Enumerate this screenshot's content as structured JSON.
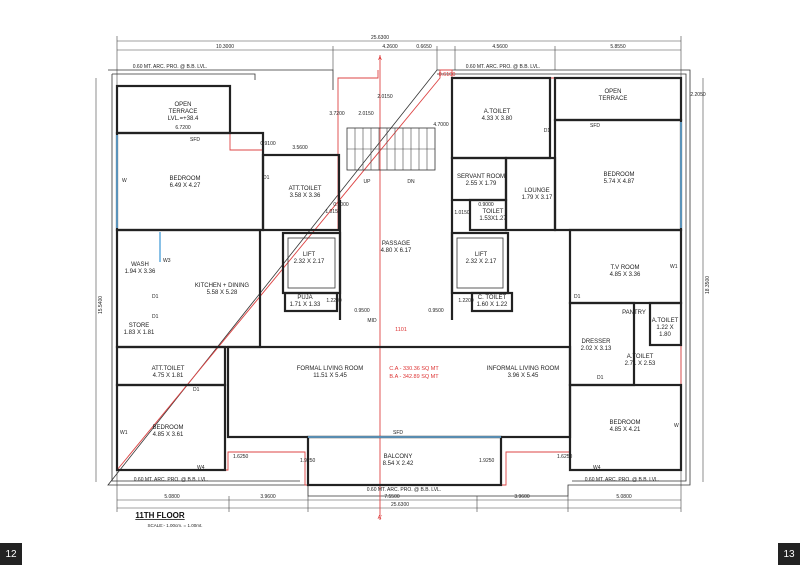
{
  "drawing": {
    "title": "11TH FLOOR",
    "scale": "SCALE:- 1.00cm. = 1.00mt.",
    "unit_number": "1101",
    "carpet_area": "C.A - 330.36 SQ MT",
    "builtup_area": "B.A - 342.89 SQ MT",
    "section_mark": "A",
    "section_mark_bottom": "A'"
  },
  "pages": {
    "left": "12",
    "right": "13"
  },
  "rooms": {
    "open_terrace_left": {
      "name": "OPEN",
      "name2": "TERRACE",
      "dims": "LVL.=+38.4"
    },
    "bedroom_1": {
      "name": "BEDROOM",
      "dims": "6.49 X 4.27"
    },
    "att_toilet_1": {
      "name": "ATT.TOILET",
      "dims": "3.58 X 3.36"
    },
    "lift_left": {
      "name": "LIFT",
      "dims": "2.32 X 2.17"
    },
    "passage": {
      "name": "PASSAGE",
      "dims": "4.80 X 6.17"
    },
    "lift_right": {
      "name": "LIFT",
      "dims": "2.32 X 2.17"
    },
    "servant_room": {
      "name": "SERVANT ROOM",
      "dims": "2.55 X 1.79"
    },
    "toilet": {
      "name": "TOILET",
      "dims": "1.53X1.27"
    },
    "lounge": {
      "name": "LOUNGE",
      "dims": "1.79 X 3.17"
    },
    "a_toilet_top": {
      "name": "A.TOILET",
      "dims": "4.33 X 3.80"
    },
    "open_terrace_right": {
      "name": "OPEN",
      "name2": "TERRACE"
    },
    "bedroom_2": {
      "name": "BEDROOM",
      "dims": "5.74 X 4.87"
    },
    "wash": {
      "name": "WASH",
      "dims": "1.94 X 3.36"
    },
    "kitchen": {
      "name": "KITCHEN + DINING",
      "dims": "5.58 X 5.28"
    },
    "store": {
      "name": "STORE",
      "dims": "1.83 X 1.81"
    },
    "puja": {
      "name": "PUJA",
      "dims": "1.71 X 1.33"
    },
    "c_toilet": {
      "name": "C. TOILET",
      "dims": "1.60 X 1.22"
    },
    "tv_room": {
      "name": "T.V ROOM",
      "dims": "4.85 X 3.36"
    },
    "pantry": {
      "name": "PANTRY"
    },
    "a_toilet_small": {
      "name": "A.TOILET",
      "dims": "1.22 X",
      "dims2": "1.80"
    },
    "dresser": {
      "name": "DRESSER",
      "dims": "2.02 X 3.13"
    },
    "a_toilet_mid": {
      "name": "A.TOILET",
      "dims": "2.71 X 2.53"
    },
    "att_toilet_2": {
      "name": "ATT.TOILET",
      "dims": "4.75 X 1.81"
    },
    "formal_living": {
      "name": "FORMAL LIVING ROOM",
      "dims": "11.51 X 5.45"
    },
    "informal_living": {
      "name": "INFORMAL LIVING ROOM",
      "dims": "3.96 X 5.45"
    },
    "bedroom_3": {
      "name": "BEDROOM",
      "dims": "4.85 X 3.61"
    },
    "bedroom_4": {
      "name": "BEDROOM",
      "dims": "4.85 X 4.21"
    },
    "balcony": {
      "name": "BALCONY",
      "dims": "8.54 X 2.42"
    }
  },
  "labels": {
    "sfd": "SFD",
    "up": "UP",
    "dn": "DN",
    "mid": "MID",
    "d1": "D1",
    "w": "W",
    "w1": "W1",
    "w3": "W3",
    "w4": "W4",
    "v": "V",
    "arc_pro": "0.60 MT. ARC. PRO. @ B.B. LVL."
  },
  "dimensions": {
    "overall_top": "25.6300",
    "overall_bottom": "25.6300",
    "top_left": "10.3000",
    "top_c1": "4.2600",
    "top_c2": "0.6650",
    "top_c3": "4.5600",
    "top_right": "5.8550",
    "bottom_left": "5.0800",
    "bottom_c1": "3.9600",
    "bottom_mid": "7.5500",
    "bottom_c2": "3.9600",
    "bottom_right": "5.0800",
    "left_height": "15.5400",
    "right_height": "18.3500",
    "terrace_width": "6.7200",
    "stair_3720": "3.7200",
    "stair_2015a": "2.0150",
    "stair_2015b": "2.0150",
    "stair_4700": "4.7000",
    "d_3560": "3.5600",
    "d_0910": "0.9100",
    "d_1015a": "1.0150",
    "d_6000": "0.9000",
    "d_1015b": "1.0150",
    "d_0900b": "0.9000",
    "d_1220a": "1.2200",
    "d_1220b": "1.2200",
    "d_0950a": "0.9500",
    "d_0950b": "0.9500",
    "d_1625a": "1.6250",
    "d_1925a": "1.9250",
    "d_1925b": "1.9250",
    "d_1625b": "1.6250",
    "d_2250": "2.2050",
    "d_0610": "0.6100"
  }
}
